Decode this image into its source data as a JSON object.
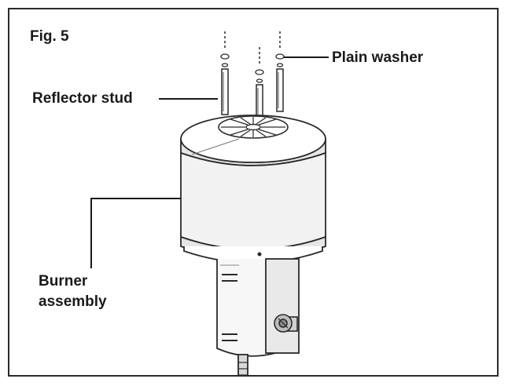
{
  "figure": {
    "title": "Fig. 5",
    "labels": {
      "reflector_stud": "Reflector stud",
      "plain_washer": "Plain washer",
      "burner_line1": "Burner",
      "burner_line2": "assembly"
    }
  },
  "colors": {
    "ink": "#1a1a1a",
    "line": "#2a2a2a",
    "shade": "#e6e6e6",
    "light_shade": "#f2f2f2"
  },
  "icons": [
    "burner-assembly-drawing",
    "reflector-stud-icon",
    "plain-washer-icon",
    "gas-valve-knob-icon"
  ]
}
